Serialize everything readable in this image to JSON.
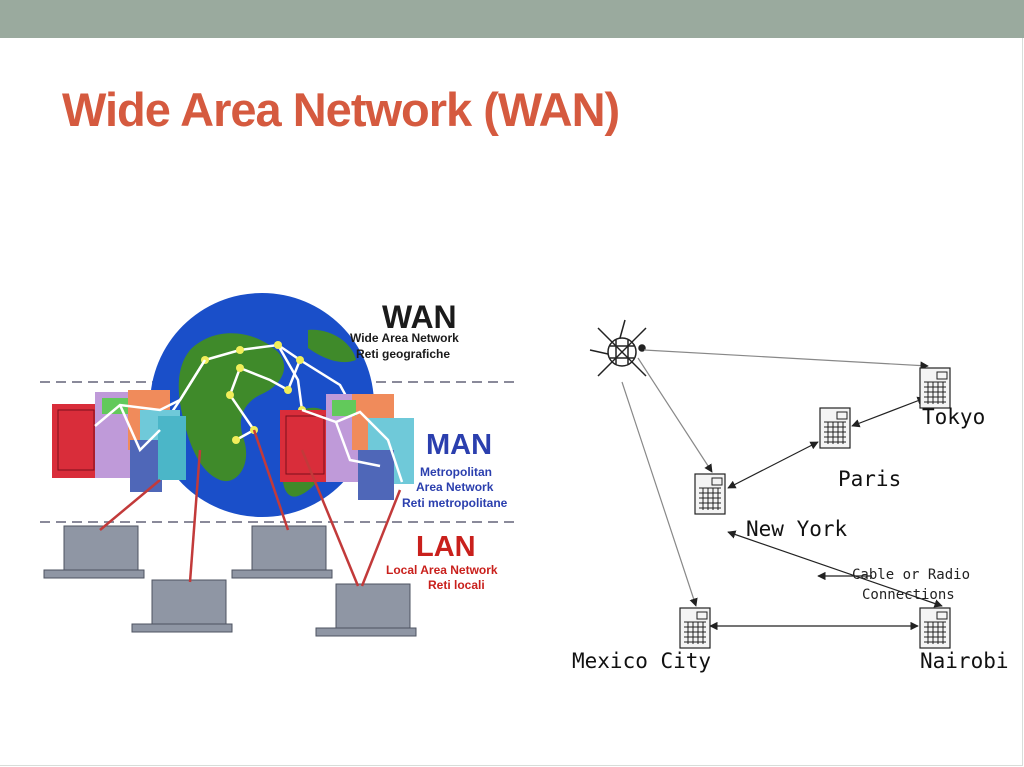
{
  "slide": {
    "title": "Wide Area Network (WAN)"
  },
  "left_diagram": {
    "wan": {
      "title": "WAN",
      "line1": "Wide Area Network",
      "line2": "Reti geografiche"
    },
    "man": {
      "title": "MAN",
      "line1": "Metropolitan",
      "line2": "Area Network",
      "line3": "Reti metropolitane"
    },
    "lan": {
      "title": "LAN",
      "line1": "Local Area Network",
      "line2": "Reti locali"
    },
    "colors": {
      "globe": "#1a4fc9",
      "land": "#3f8a2a",
      "wan_title": "#1b1b1b",
      "man_title": "#2b3fae",
      "lan_title": "#c9201c",
      "links": "#c23a3a"
    }
  },
  "right_diagram": {
    "cities": {
      "tokyo": "Tokyo",
      "paris": "Paris",
      "new_york": "New York",
      "mexico_city": "Mexico City",
      "nairobi": "Nairobi"
    },
    "legend": {
      "line1": "Cable or Radio",
      "line2": "Connections"
    }
  }
}
